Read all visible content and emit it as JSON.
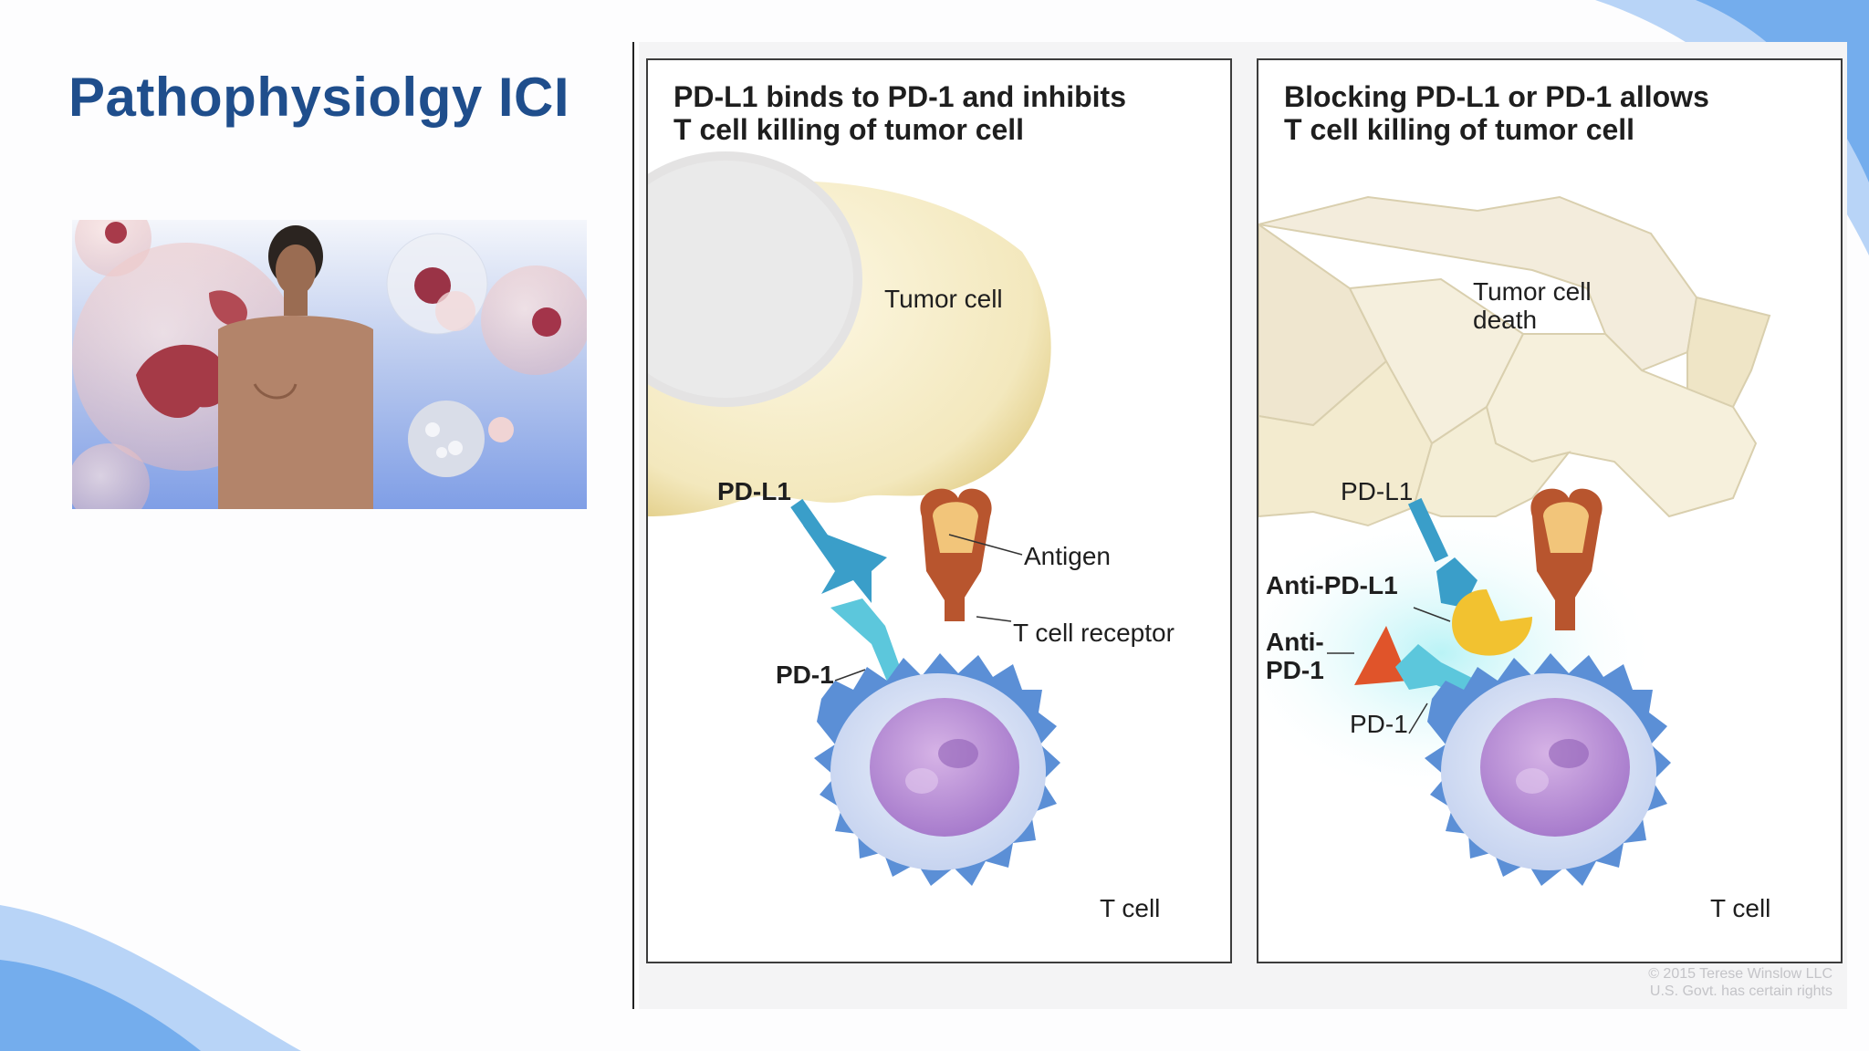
{
  "slide": {
    "title": "Pathophysiolgy ICI"
  },
  "figure": {
    "left_panel": {
      "title": "PD-L1 binds to PD-1 and inhibits\nT cell killing of tumor cell",
      "labels": {
        "tumor_cell": "Tumor cell",
        "pd_l1": "PD-L1",
        "antigen": "Antigen",
        "t_cell_receptor": "T cell receptor",
        "pd_1": "PD-1",
        "t_cell": "T cell"
      }
    },
    "right_panel": {
      "title": "Blocking PD-L1 or PD-1 allows\nT cell killing of tumor cell",
      "labels": {
        "tumor_cell_death": "Tumor cell\ndeath",
        "pd_l1": "PD-L1",
        "anti_pd_l1": "Anti-PD-L1",
        "anti_pd_1": "Anti-\nPD-1",
        "pd_1": "PD-1",
        "t_cell": "T cell"
      }
    },
    "copyright": "© 2015 Terese Winslow LLC\nU.S. Govt. has certain rights"
  },
  "colors": {
    "title_blue": "#1f4e8c",
    "tumor_cream": "#f6efcf",
    "pd_l1_blue": "#3a9ec9",
    "pd_1_cyan": "#5cc7dc",
    "tcr_rust": "#b8552e",
    "t_cell_blue": "#5b8fd6",
    "nucleus_purple": "#b48ad4",
    "anti_pd_l1_yellow": "#f2c230",
    "anti_pd_1_orange": "#e0542a"
  },
  "icons": {
    "photo": "woman-with-cells-illustration"
  }
}
